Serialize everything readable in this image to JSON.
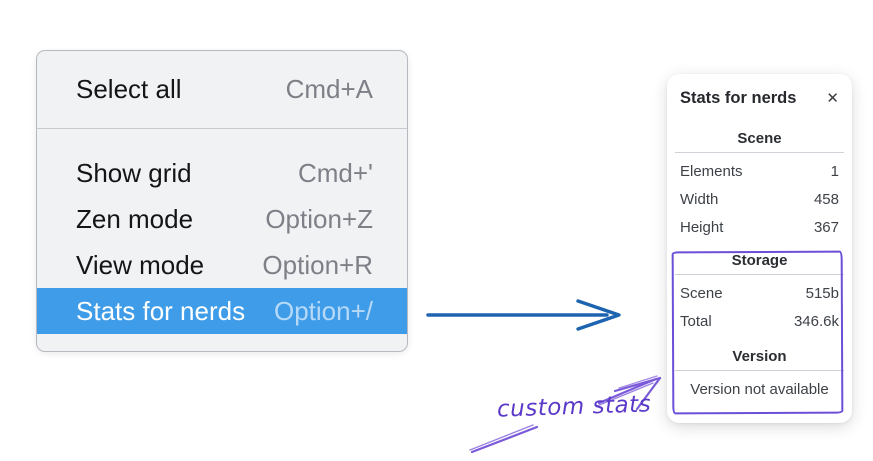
{
  "menu": {
    "sections": [
      {
        "items": [
          {
            "label": "Select all",
            "shortcut": "Cmd+A",
            "selected": false
          }
        ]
      },
      {
        "items": [
          {
            "label": "Show grid",
            "shortcut": "Cmd+'",
            "selected": false
          },
          {
            "label": "Zen mode",
            "shortcut": "Option+Z",
            "selected": false
          },
          {
            "label": "View mode",
            "shortcut": "Option+R",
            "selected": false
          },
          {
            "label": "Stats for nerds",
            "shortcut": "Option+/",
            "selected": true
          }
        ]
      }
    ]
  },
  "stats_panel": {
    "title": "Stats for nerds",
    "close_icon": "✕",
    "scene_section": {
      "heading": "Scene",
      "rows": [
        {
          "label": "Elements",
          "value": "1"
        },
        {
          "label": "Width",
          "value": "458"
        },
        {
          "label": "Height",
          "value": "367"
        }
      ]
    },
    "storage_section": {
      "heading": "Storage",
      "rows": [
        {
          "label": "Scene",
          "value": "515b"
        },
        {
          "label": "Total",
          "value": "346.6k"
        }
      ]
    },
    "version_section": {
      "heading": "Version",
      "note": "Version not available"
    }
  },
  "annotation": {
    "label": "custom stats"
  },
  "colors": {
    "menu_highlight": "#3f9ce9",
    "flow_arrow": "#1d64b0",
    "annotation_purple": "#6b4fd6",
    "annotation_stroke": "#7a5ad8",
    "annotation_text": "#5c3ac9"
  }
}
